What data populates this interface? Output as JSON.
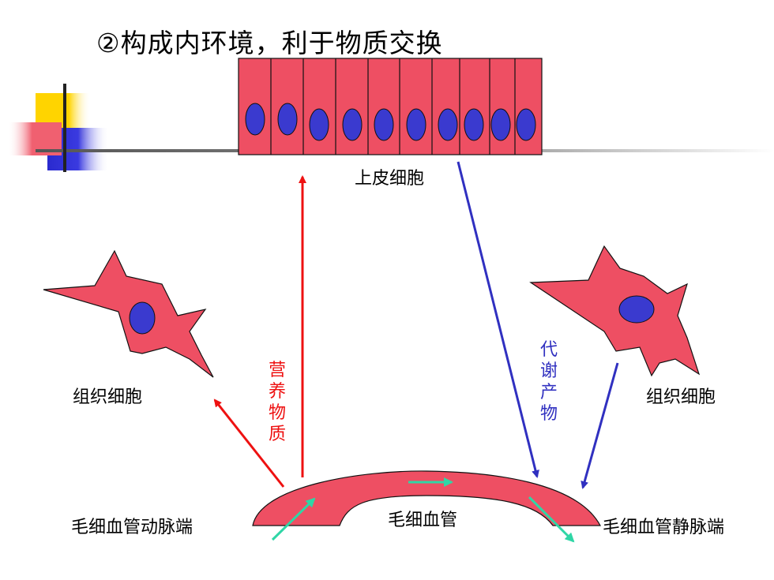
{
  "slide": {
    "title": "②构成内环境，利于物质交换",
    "labels": {
      "epithelial": "上皮细胞",
      "tissue_left": "组织细胞",
      "tissue_right": "组织细胞",
      "capillary": "毛细血管",
      "arterial_end": "毛细血管动脉端",
      "venous_end": "毛细血管静脉端",
      "nutrients": "营养物质",
      "metabolites": "代谢产物"
    },
    "colors": {
      "cell_fill": "#EE4F63",
      "nucleus": "#3A3ACF",
      "nutrient_arrow": "#EE1111",
      "waste_arrow": "#3030C0",
      "flow_arrow": "#2FD6A6"
    }
  }
}
